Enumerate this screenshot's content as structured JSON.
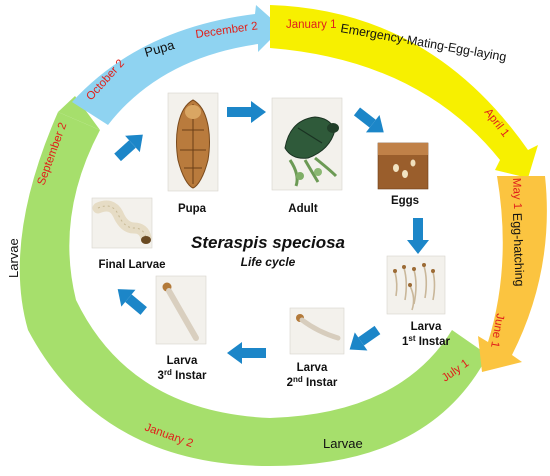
{
  "center": {
    "species": "Steraspis speciosa",
    "subtitle": "Life cycle"
  },
  "segments": {
    "pupa": {
      "start": "October 2",
      "label": "Pupa",
      "end": "December 2",
      "color": "#8fd3f1"
    },
    "emergency": {
      "start": "January 1",
      "label": "Emergency-Mating-Egg-laying",
      "end": "April 1",
      "color": "#f7f000"
    },
    "egg_hatching": {
      "start": "May 1",
      "label": "Egg-hatching",
      "end": "June 1",
      "color": "#fbc440"
    },
    "larvae": {
      "start": "July 1",
      "label_bottom": "Larvae",
      "mid": "January 2",
      "label_left": "Larvae",
      "end": "September 2",
      "color": "#a6df6c"
    }
  },
  "stages": {
    "pupa": {
      "caption": "Pupa",
      "icon": "pupa-photo"
    },
    "adult": {
      "caption": "Adult",
      "icon": "beetle-photo"
    },
    "eggs": {
      "caption": "Eggs",
      "icon": "eggs-photo"
    },
    "larva1": {
      "caption_line1": "Larva",
      "caption_num": "1",
      "caption_sup": "st",
      "caption_rest": " Instar",
      "icon": "larvae-photo"
    },
    "larva2": {
      "caption_line1": "Larva",
      "caption_num": "2",
      "caption_sup": "nd",
      "caption_rest": " Instar",
      "icon": "larva-photo"
    },
    "larva3": {
      "caption_line1": "Larva",
      "caption_num": "3",
      "caption_sup": "rd",
      "caption_rest": " Instar",
      "icon": "larva-photo"
    },
    "final": {
      "caption": "Final Larvae",
      "icon": "larva-photo"
    }
  },
  "colors": {
    "arrow": "#1c86c8",
    "date_text": "#e0201b"
  }
}
